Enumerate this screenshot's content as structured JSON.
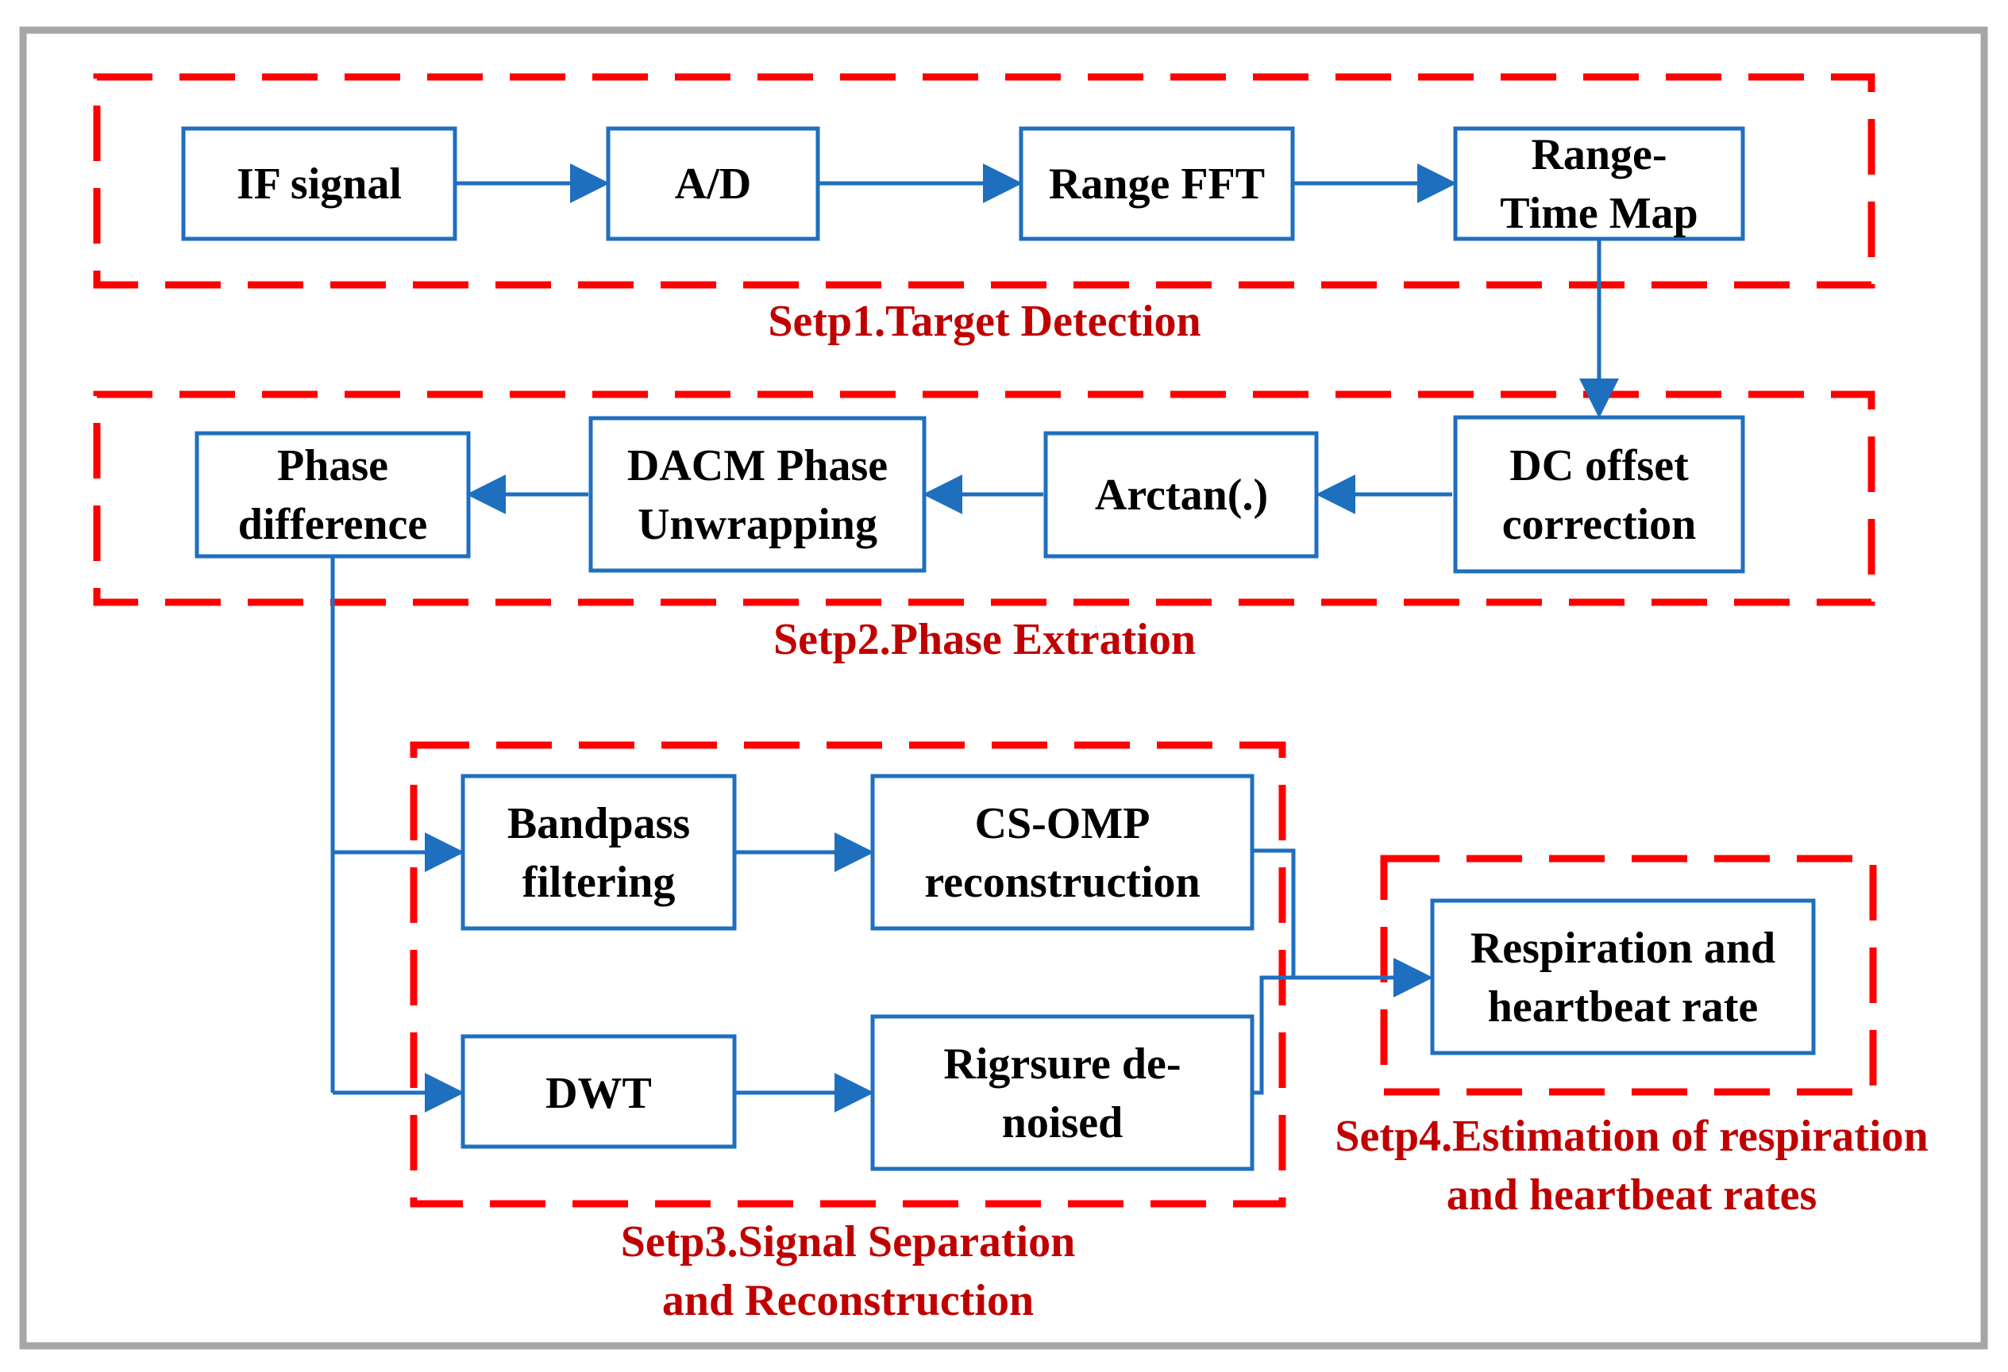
{
  "diagram": {
    "colors": {
      "box_stroke": "#1f6fbf",
      "arrow": "#1f6fbf",
      "step_border": "#ff0000",
      "step_label": "#c00000",
      "frame": "#a6a6a6"
    },
    "boxes": {
      "if_signal": [
        "IF signal"
      ],
      "ad": [
        "A/D"
      ],
      "range_fft": [
        "Range FFT"
      ],
      "range_time_map": [
        "Range-",
        "Time Map"
      ],
      "dc_offset": [
        "DC offset",
        "correction"
      ],
      "arctan": [
        "Arctan(.)"
      ],
      "dacm": [
        "DACM Phase",
        "Unwrapping"
      ],
      "phase_diff": [
        "Phase",
        "difference"
      ],
      "bandpass": [
        "Bandpass",
        "filtering"
      ],
      "cs_omp": [
        "CS-OMP",
        "reconstruction"
      ],
      "dwt": [
        "DWT"
      ],
      "rigrsure": [
        "Rigrsure de-",
        "noised"
      ],
      "resp_heart": [
        "Respiration and",
        "heartbeat rate"
      ]
    },
    "steps": {
      "step1": [
        "Setp1.Target Detection"
      ],
      "step2": [
        "Setp2.Phase Extration"
      ],
      "step3": [
        "Setp3.Signal Separation",
        "and Reconstruction"
      ],
      "step4": [
        "Setp4.Estimation of respiration",
        "and heartbeat rates"
      ]
    }
  }
}
